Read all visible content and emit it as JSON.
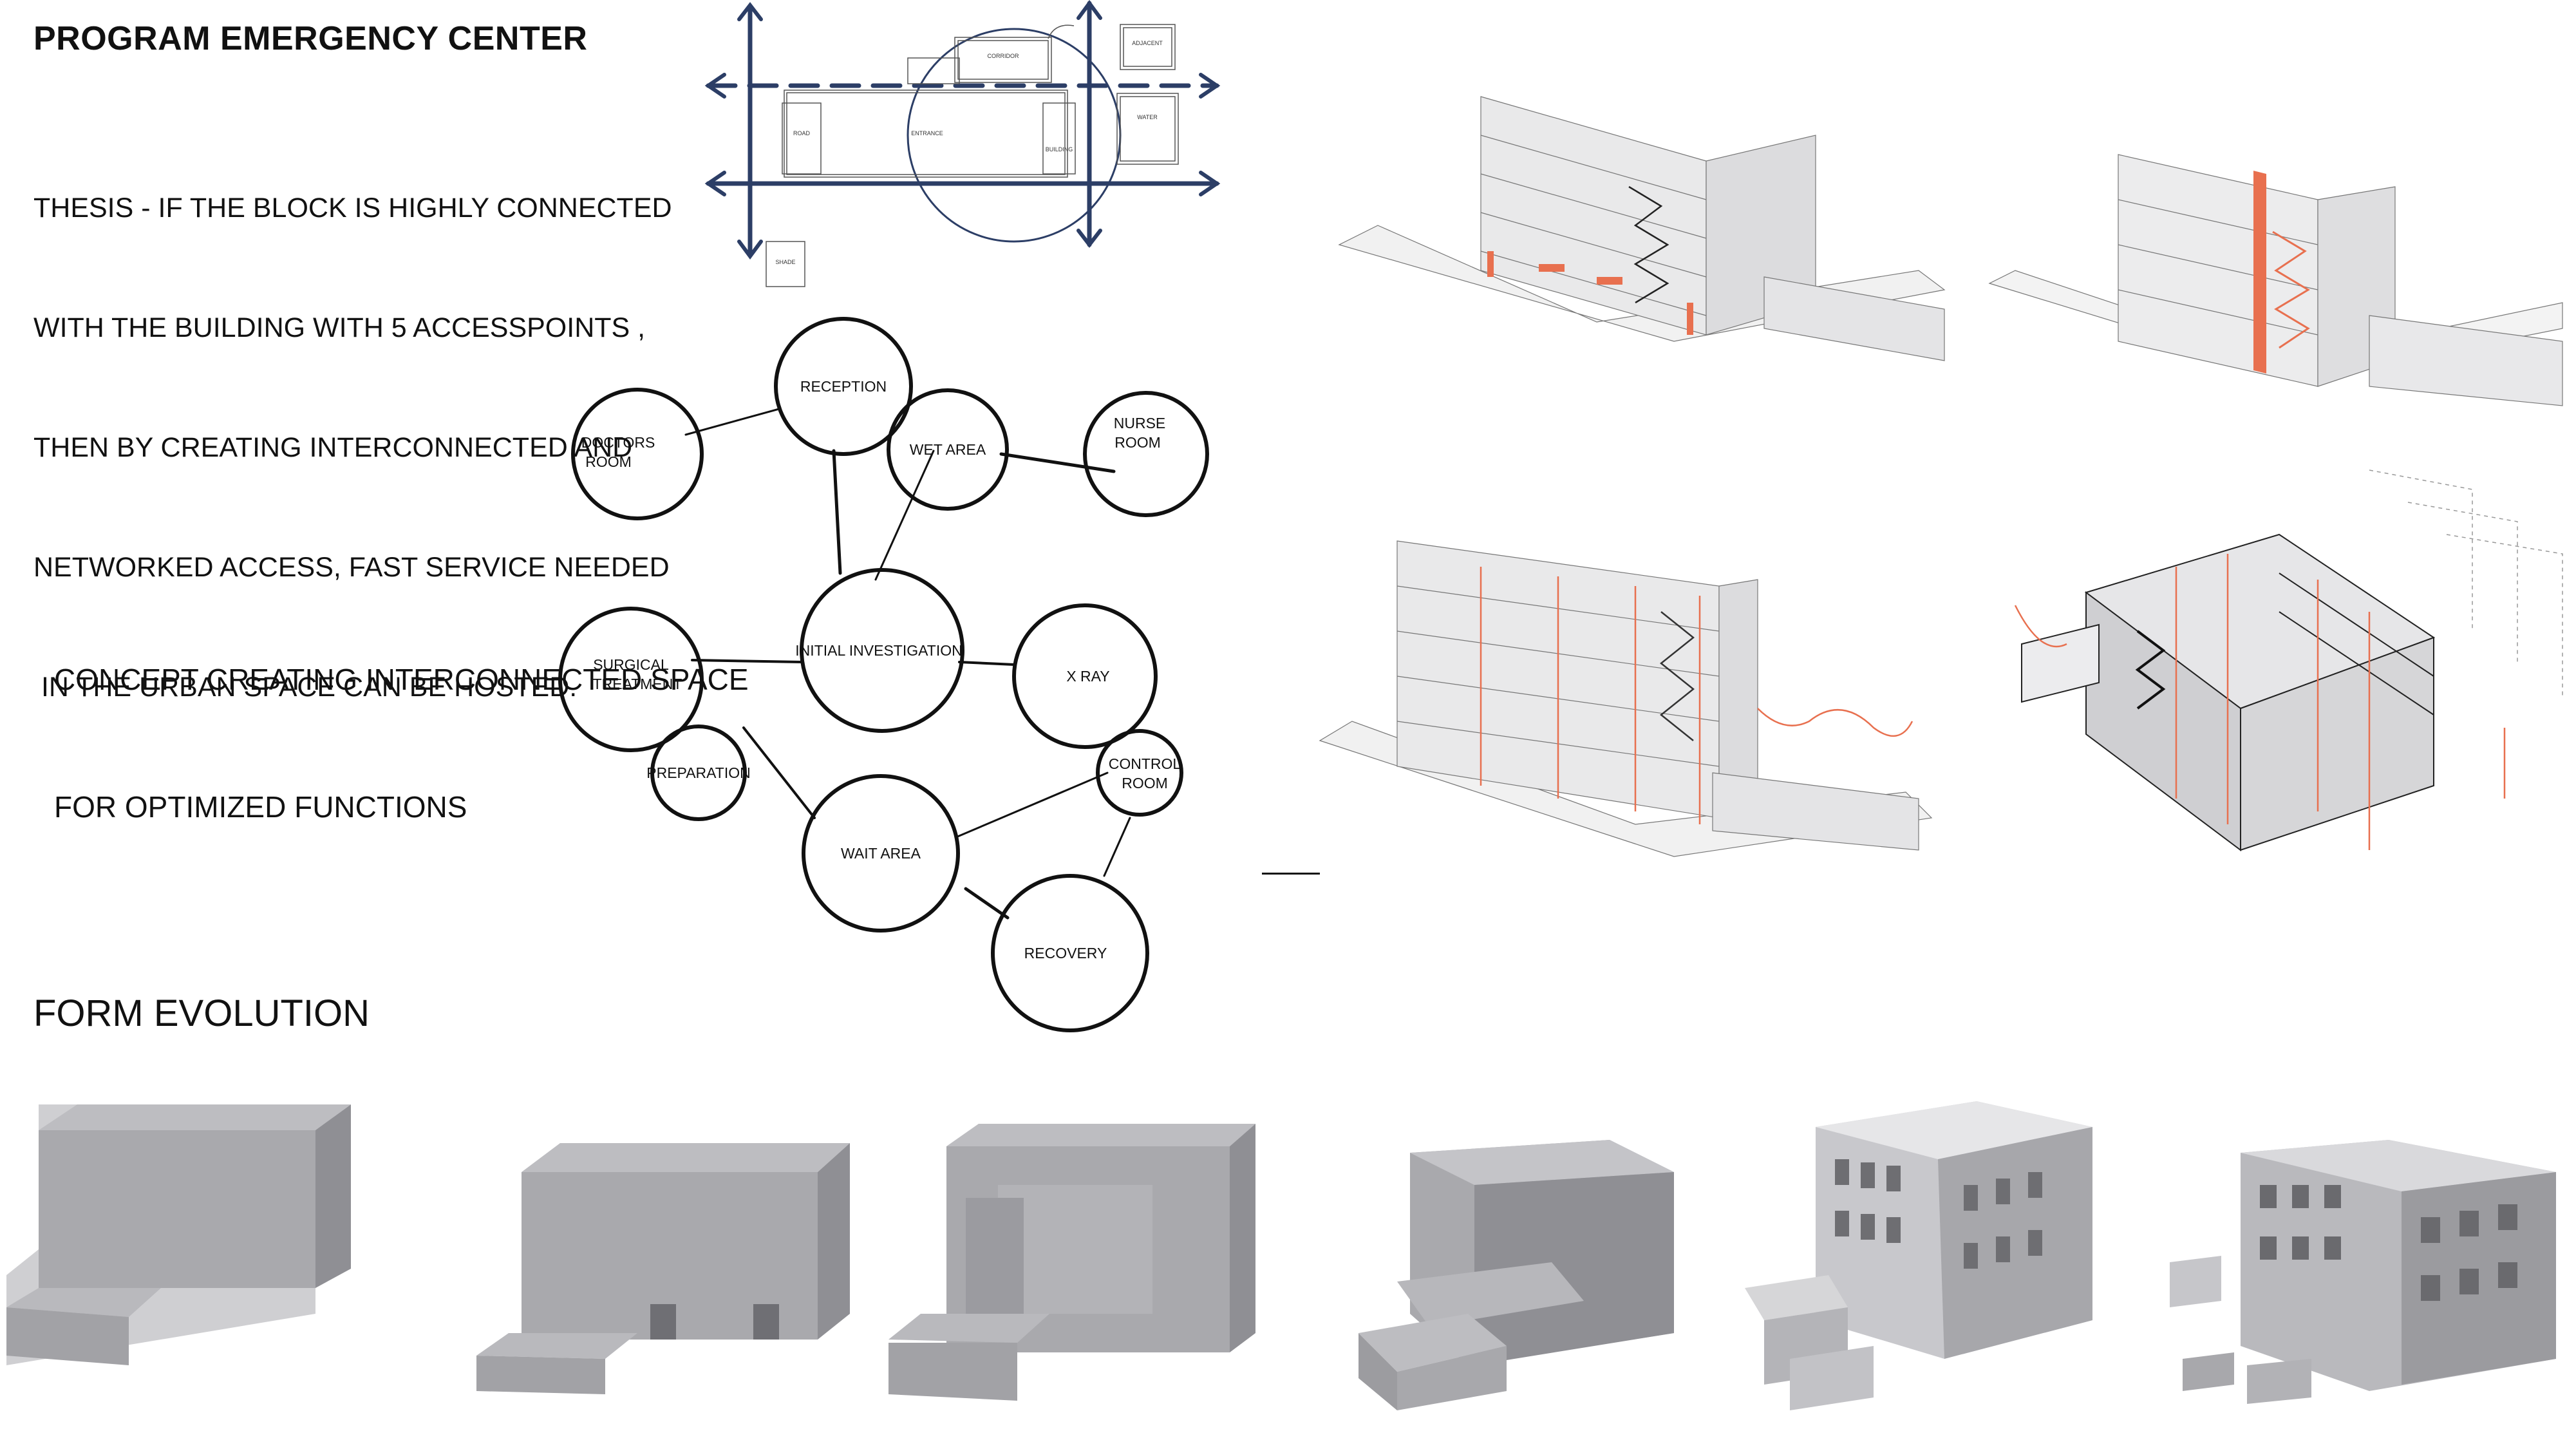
{
  "header": {
    "title": "PROGRAM EMERGENCY CENTER",
    "thesis_lines": [
      "THESIS - IF THE BLOCK IS HIGHLY CONNECTED",
      "WITH THE BUILDING WITH 5 ACCESSPOINTS ,",
      "THEN BY CREATING INTERCONNECTED AND",
      "NETWORKED ACCESS, FAST SERVICE NEEDED",
      " IN THE URBAN SPACE CAN BE HOSTED."
    ]
  },
  "concept": {
    "lines": [
      "CONCEPT CREATING INTERCONNECTED SPACE",
      "FOR OPTIMIZED FUNCTIONS"
    ]
  },
  "bubble_diagram": {
    "nodes": {
      "reception": [
        "RECEPTION"
      ],
      "doctors": [
        "DOCTORS",
        "ROOM"
      ],
      "wet": [
        "WET AREA"
      ],
      "nurse": [
        "NURSE",
        "ROOM"
      ],
      "initial": [
        "INITIAL INVESTIGATION"
      ],
      "surgical": [
        "SURGICAL",
        "TREATMENT"
      ],
      "xray": [
        "X RAY"
      ],
      "preparation": [
        "PREPARATION"
      ],
      "control": [
        "CONTROL",
        "ROOM"
      ],
      "wait": [
        "WAIT AREA"
      ],
      "recovery": [
        "RECOVERY"
      ]
    }
  },
  "site_sketch": {
    "labels": [
      "CORRIDOR",
      "ENTRANCE",
      "ADJACENT",
      "WATER",
      "ROAD",
      "BUILDING",
      "SHADE"
    ]
  },
  "form_evolution": {
    "title": "FORM EVOLUTION"
  },
  "colors": {
    "accent_orange": "#e8704f",
    "sketch_blue": "#2c3e66",
    "model_grey": "#9a9a9e"
  },
  "icons": {
    "arrow": "arrow-icon"
  }
}
